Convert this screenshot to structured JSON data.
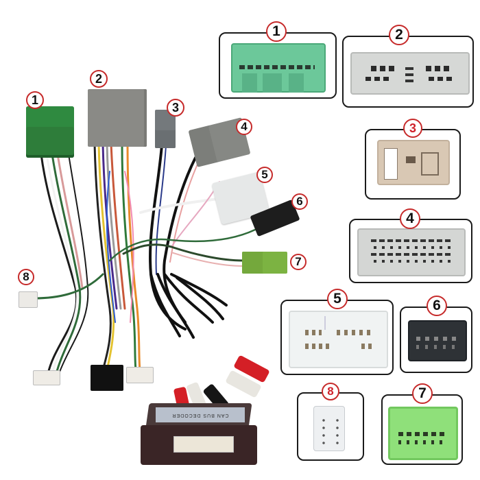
{
  "product": {
    "type": "car stereo wiring harness with CAN bus decoder",
    "decoder_label": "CAN BUS DECODER"
  },
  "harness_callouts": [
    {
      "id": "1",
      "label": "1",
      "color": "#2e7d32",
      "description": "green connector"
    },
    {
      "id": "2",
      "label": "2",
      "color": "#8a8a86",
      "description": "grey large connector"
    },
    {
      "id": "3",
      "label": "3",
      "color": "#7a7e80",
      "description": "grey small connector"
    },
    {
      "id": "4",
      "label": "4",
      "color": "#8a8c88",
      "description": "grey connector"
    },
    {
      "id": "5",
      "label": "5",
      "color": "#e6e8e8",
      "description": "white connector"
    },
    {
      "id": "6",
      "label": "6",
      "color": "#1d1d1d",
      "description": "black connector"
    },
    {
      "id": "7",
      "label": "7",
      "color": "#7cb342",
      "description": "light green connector"
    },
    {
      "id": "8",
      "label": "8",
      "color": "#eeeeee",
      "description": "small white plug"
    }
  ],
  "detail_panels": [
    {
      "id": "1",
      "label": "1",
      "face_color": "#6cc89a",
      "label_color": "#111111"
    },
    {
      "id": "2",
      "label": "2",
      "face_color": "#d6d8d6",
      "label_color": "#111111"
    },
    {
      "id": "3",
      "label": "3",
      "face_color": "#d9c8b4",
      "label_color": "#d0202a"
    },
    {
      "id": "4",
      "label": "4",
      "face_color": "#d4d6d4",
      "label_color": "#111111"
    },
    {
      "id": "5",
      "label": "5",
      "face_color": "#f0f3f3",
      "label_color": "#111111"
    },
    {
      "id": "6",
      "label": "6",
      "face_color": "#2e3236",
      "label_color": "#111111"
    },
    {
      "id": "7",
      "label": "7",
      "face_color": "#8fe07a",
      "label_color": "#111111"
    },
    {
      "id": "8",
      "label": "8",
      "face_color": "#eef0f2",
      "label_color": "#d0202a"
    }
  ],
  "colors": {
    "callout_ring": "#c62a2a",
    "panel_border": "#1a1a1a",
    "rca_red": "#d41f26",
    "rca_white": "#e8e6e0",
    "decoder_body": "#3a2526"
  }
}
